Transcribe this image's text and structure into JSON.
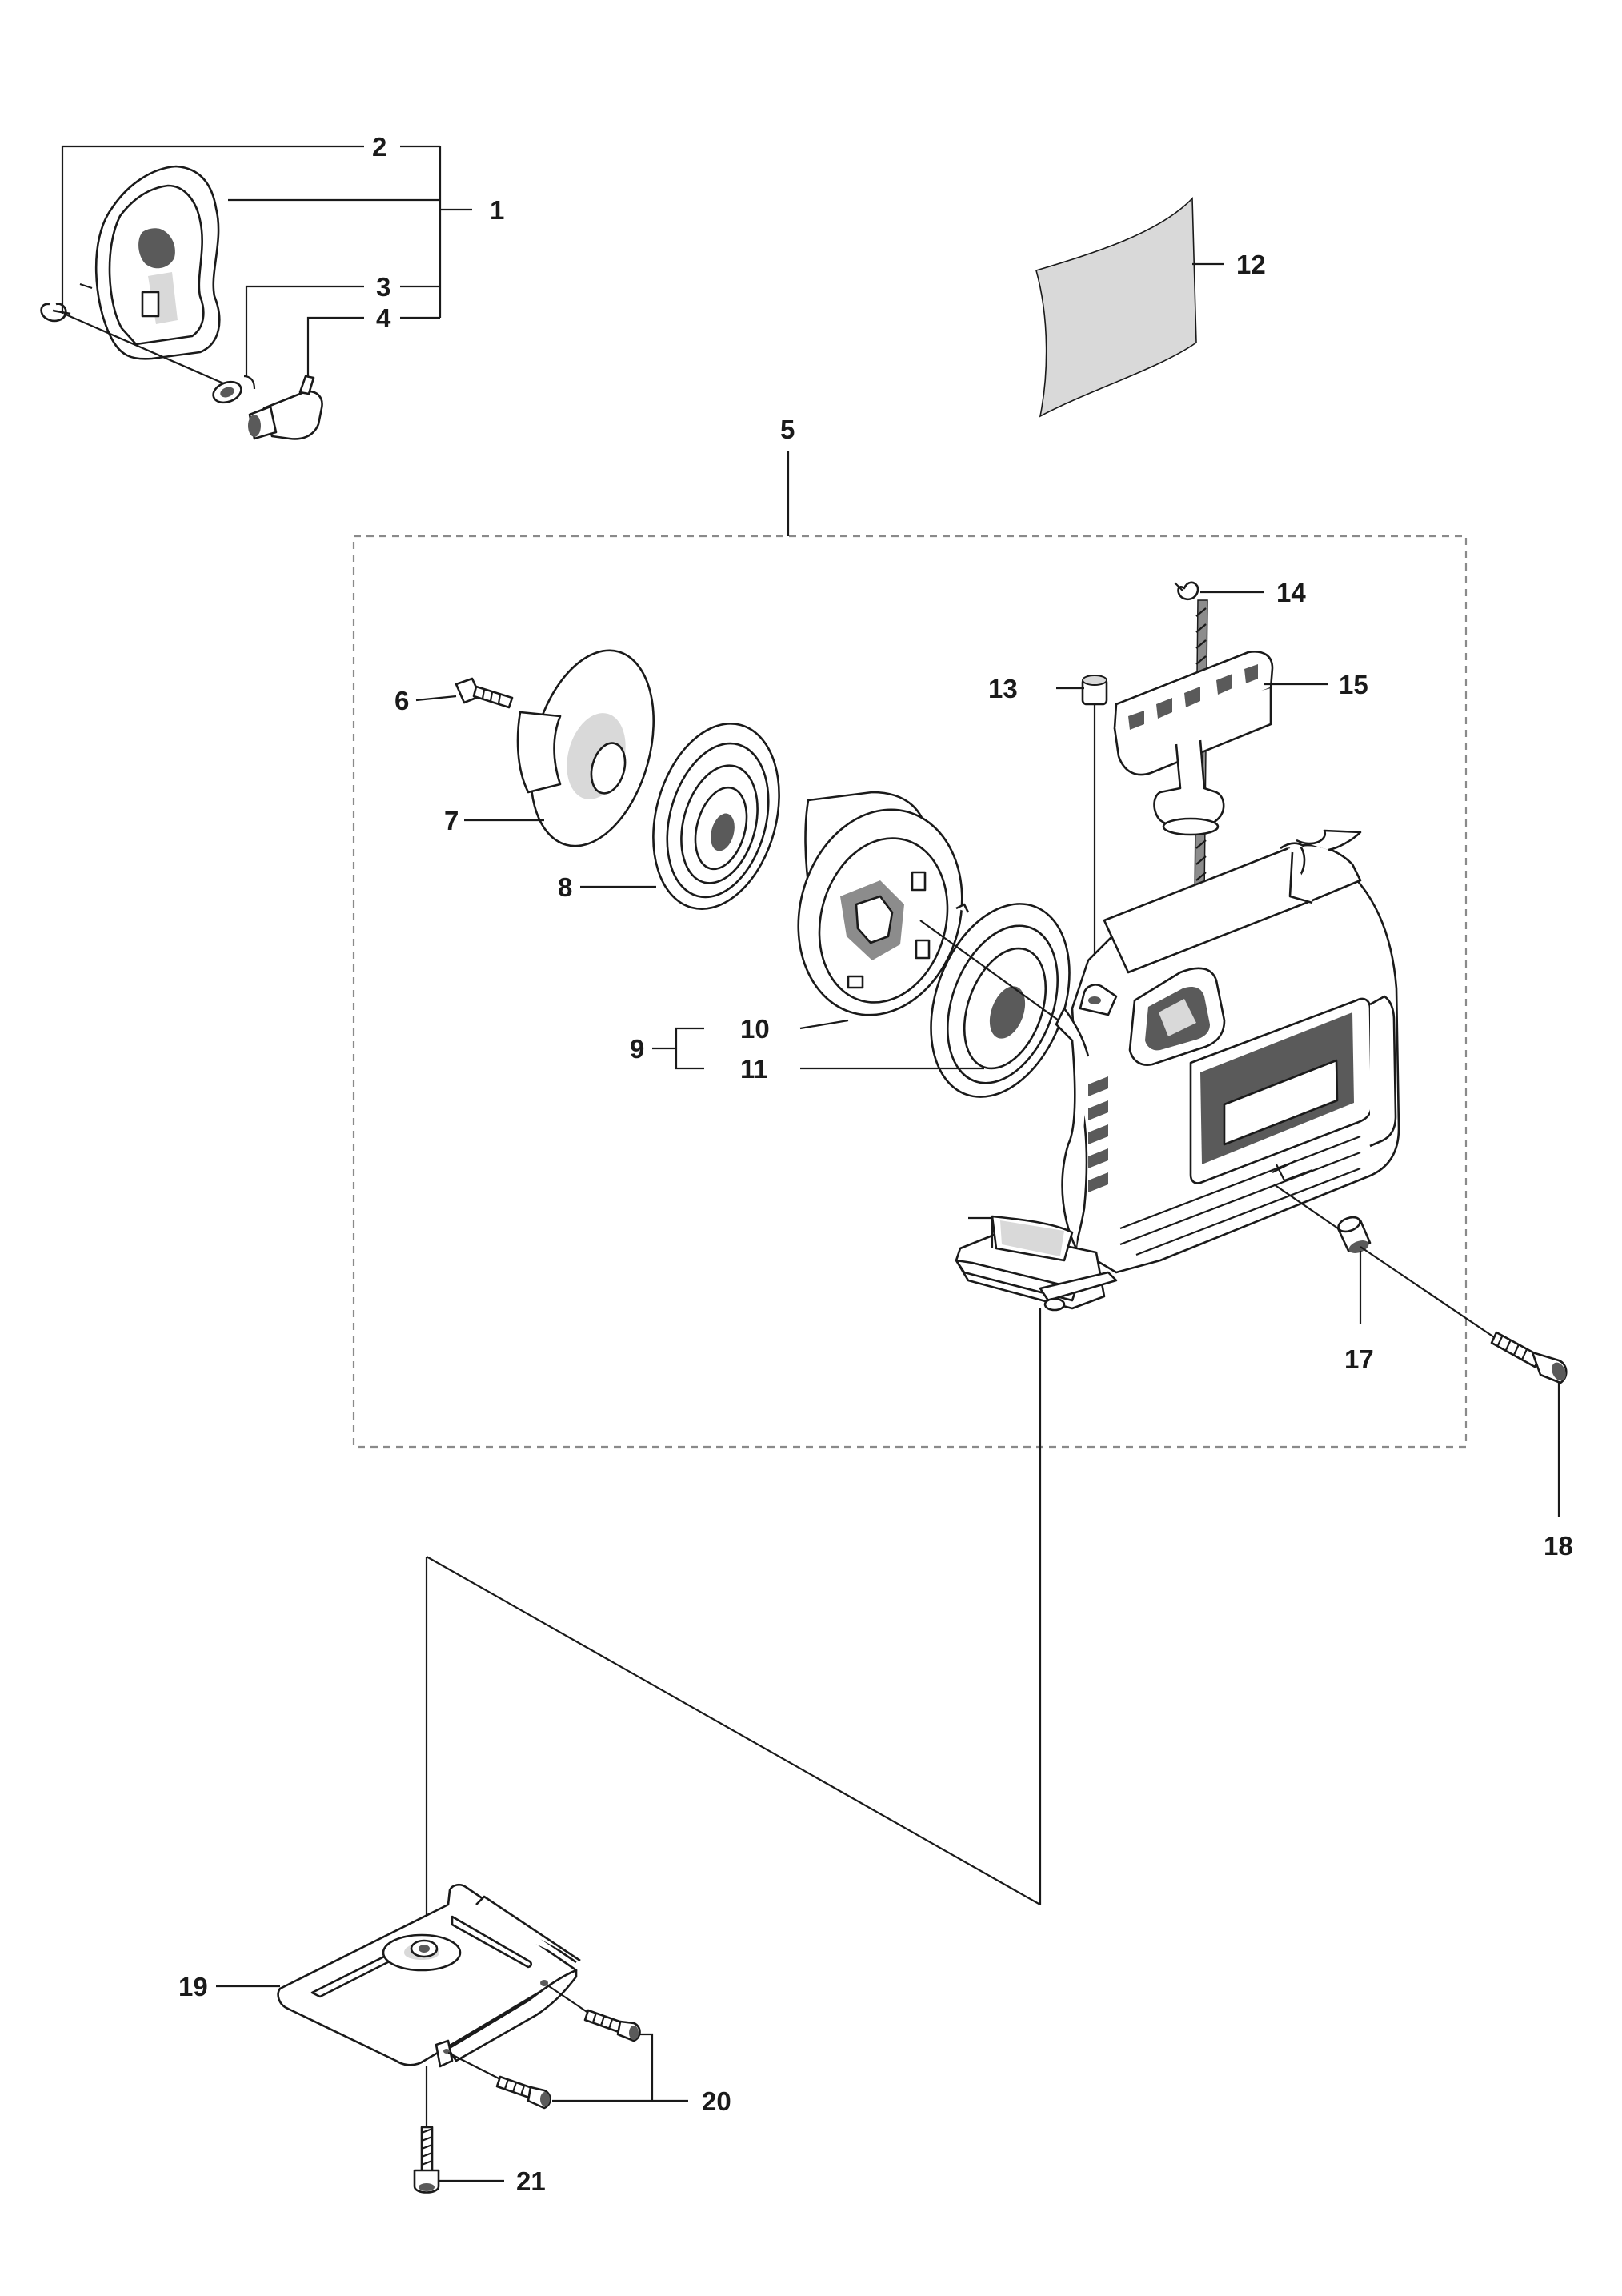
{
  "callouts": {
    "c1": "1",
    "c2": "2",
    "c3": "3",
    "c4": "4",
    "c5": "5",
    "c6": "6",
    "c7": "7",
    "c8": "8",
    "c9": "9",
    "c10": "10",
    "c11": "11",
    "c12": "12",
    "c13": "13",
    "c14": "14",
    "c15": "15",
    "c17": "17",
    "c18": "18",
    "c19": "19",
    "c20": "20",
    "c21": "21"
  },
  "colors": {
    "ink": "#1a1a1a",
    "shade_dark": "#5a5a5a",
    "shade_mid": "#8c8c8c",
    "shade_light": "#d9d9d9",
    "label_sheet": "#d9d9d9",
    "group_box": "#8a8a8a"
  }
}
